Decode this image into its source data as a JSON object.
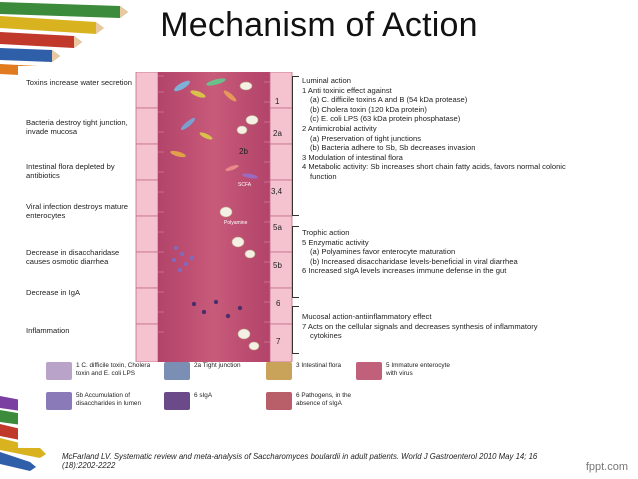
{
  "title": "Mechanism of Action",
  "left_labels": [
    "Toxins increase water secretion",
    "Bacteria destroy tight junction, invade mucosa",
    "Intestinal flora depleted by antibiotics",
    "Viral infection destroys mature enterocytes",
    "Decrease in disaccharidase causes osmotic diarrhea",
    "Decrease in IgA",
    "Inflammation"
  ],
  "cell_labels": [
    "1",
    "2a",
    "2b",
    "3,4",
    "5a",
    "5b",
    "6",
    "7"
  ],
  "cell_tags": {
    "polyamine": "Polyamine",
    "scfa": "SCFA"
  },
  "right_groups": [
    {
      "lines": [
        "Luminal action",
        "1 Anti toxinic effect against",
        "(a) C. difficile toxins A and B (54 kDa protease)",
        "(b) Cholera toxin (120 kDa protein)",
        "(c) E. coli LPS (63 kDa protein phosphatase)",
        "2 Antimicrobial activity",
        "(a) Preservation of tight junctions",
        "(b) Bacteria adhere to Sb, Sb decreases invasion",
        "3 Modulation of intestinal flora",
        "4 Metabolic activity: Sb increases short chain fatty acids, favors normal colonic",
        "function"
      ]
    },
    {
      "lines": [
        "Trophic action",
        "5 Enzymatic activity",
        "(a) Polyamines favor enterocyte maturation",
        "(b) Increased disaccharidase levels-beneficial in viral diarrhea",
        "6 Increased sIgA levels increases immune defense in the gut"
      ]
    },
    {
      "lines": [
        "Mucosal action-antiinflammatory effect",
        "7 Acts on the cellular signals and decreases synthesis of inflammatory",
        "cytokines"
      ]
    }
  ],
  "legend": [
    {
      "label": "1 C. difficile toxin, Cholera toxin and E. coli LPS",
      "color": "#b9a3c8"
    },
    {
      "label": "2a Tight junction",
      "color": "#7b8fb5"
    },
    {
      "label": "3 Intestinal flora",
      "color": "#c9a35a"
    },
    {
      "label": "5 Immature enterocyte with virus",
      "color": "#c0607a"
    },
    {
      "label": "5b Accumulation of disaccharides in lumen",
      "color": "#8a7bb8"
    },
    {
      "label": "6 sIgA",
      "color": "#6b4a8a"
    },
    {
      "label": "6 Pathogens, in the absence of sIgA",
      "color": "#b85f6a"
    }
  ],
  "citation": "McFarland LV. Systematic review and meta-analysis of Saccharomyces boulardii in adult patients. World J Gastroenterol 2010 May 14; 16 (18):2202-2222",
  "brand": "fppt.com"
}
